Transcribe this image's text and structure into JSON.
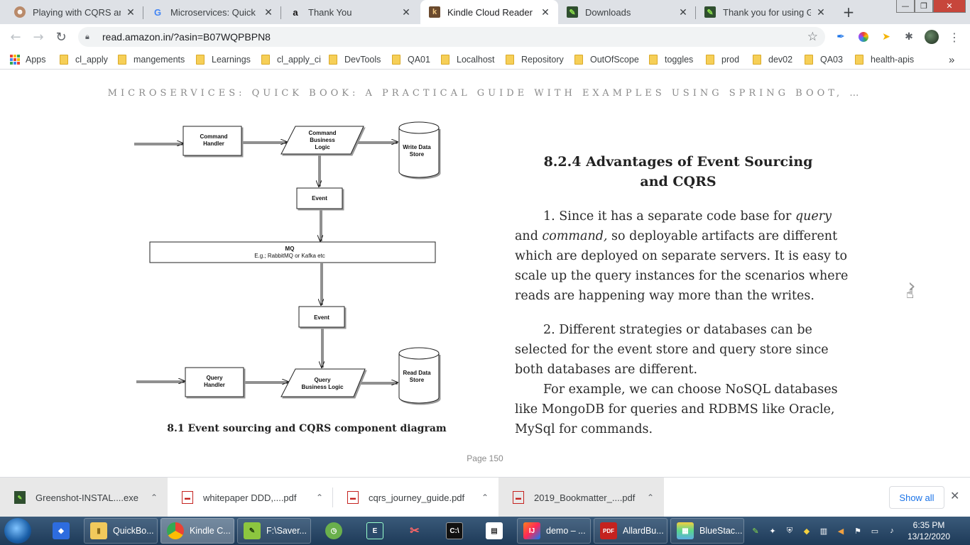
{
  "browser": {
    "tabs": [
      {
        "title": "Playing with CQRS and E",
        "favicon": "avatar-icon",
        "active": false
      },
      {
        "title": "Microservices: Quick Boo",
        "favicon": "google-icon",
        "active": false
      },
      {
        "title": "Thank You",
        "favicon": "amazon-icon",
        "active": false
      },
      {
        "title": "Kindle Cloud Reader",
        "favicon": "kindle-icon",
        "active": true
      },
      {
        "title": "Downloads",
        "favicon": "greenshot-icon",
        "active": false
      },
      {
        "title": "Thank you for using Gre",
        "favicon": "greenshot-icon",
        "active": false
      }
    ],
    "url": "read.amazon.in/?asin=B07WQPBPN8",
    "bookmarks": [
      "Apps",
      "cl_apply",
      "mangements",
      "Learnings",
      "cl_apply_ci",
      "DevTools",
      "QA01",
      "Localhost",
      "Repository",
      "OutOfScope",
      "toggles",
      "prod",
      "dev02",
      "QA03",
      "health-apis"
    ]
  },
  "book": {
    "running_head": "MICROSERVICES: QUICK BOOK: A PRACTICAL GUIDE WITH EXAMPLES USING SPRING BOOT, …",
    "diagram": {
      "command_handler": [
        "Command",
        "Handler"
      ],
      "command_logic": [
        "Command",
        "Business",
        "Logic"
      ],
      "write_store": [
        "Write Data",
        "Store"
      ],
      "event_top": "Event",
      "mq_title": "MQ",
      "mq_sub": "E.g.; RabbitMQ or Kafka etc",
      "event_bottom": "Event",
      "query_handler": [
        "Query",
        "Handler"
      ],
      "query_logic": [
        "Query",
        "Business Logic"
      ],
      "read_store": [
        "Read Data",
        "Store"
      ]
    },
    "caption": "8.1 Event sourcing and CQRS component diagram",
    "heading_line1": "8.2.4 Advantages of Event Sourcing",
    "heading_line2": "and CQRS",
    "para1": {
      "a": "1. Since it has a separate code base for ",
      "b": "query",
      "c": " and ",
      "d": "command,",
      "e": " so deployable artifacts are different which are deployed on separate servers. It is easy to scale up the query instances for the scenarios where reads are happening way more than the writes."
    },
    "para2": "2. Different strategies or databases can be selected for the event store and query store since both databases are different.",
    "para3": "For example, we can choose NoSQL databases like MongoDB for queries and RDBMS like Oracle, MySql for commands.",
    "page": "Page 150"
  },
  "downloads": {
    "items": [
      "Greenshot-INSTAL....exe",
      "whitepaper DDD,....pdf",
      "cqrs_journey_guide.pdf",
      "2019_Bookmatter_....pdf"
    ],
    "show_all": "Show all"
  },
  "taskbar": {
    "apps": [
      "QuickBo...",
      "Kindle C...",
      "F:\\Saver...",
      "demo – ...",
      "AllardBu...",
      "BlueStac..."
    ],
    "time": "6:35 PM",
    "date": "13/12/2020"
  }
}
